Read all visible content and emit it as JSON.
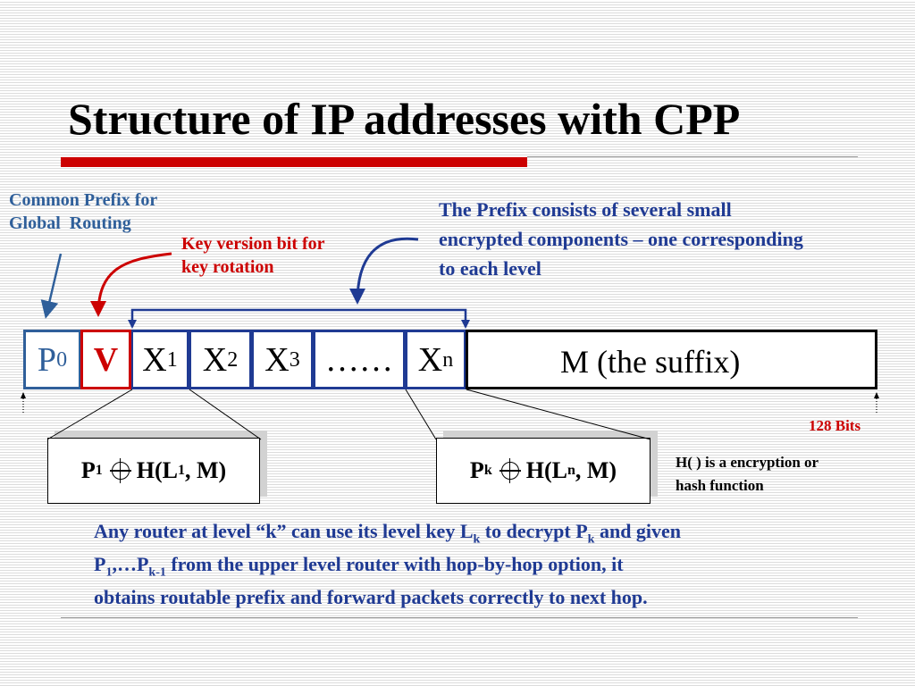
{
  "slide": {
    "title": "Structure of IP addresses with CPP"
  },
  "annotations": {
    "common_prefix_line1": "Common Prefix for",
    "common_prefix_line2": "Global  Routing",
    "key_version_line1": "Key version bit for",
    "key_version_line2": "key rotation",
    "prefix_desc_line1": "The Prefix consists of several small",
    "prefix_desc_line2": "encrypted components – one corresponding",
    "prefix_desc_line3": "to each level",
    "bits_128": "128 Bits",
    "hash_note_line1": "H( ) is a encryption or",
    "hash_note_line2": "hash function"
  },
  "address": {
    "p0": {
      "base": "P",
      "sub": "0"
    },
    "v": "V",
    "x1": {
      "base": "X",
      "sub": "1"
    },
    "x2": {
      "base": "X",
      "sub": "2"
    },
    "x3": {
      "base": "X",
      "sub": "3"
    },
    "dots": "……",
    "xn": {
      "base": "X",
      "sub": "n"
    },
    "suffix": "M (the suffix)"
  },
  "components": {
    "first": {
      "p": "P",
      "p_sub": "1",
      "h_open": "H(L",
      "l_sub": "1",
      "h_close": ", M)"
    },
    "kth": {
      "p": "P",
      "p_sub": "k",
      "h_open": "H(L",
      "l_sub": "n",
      "h_close": ", M)"
    }
  },
  "explanation": {
    "s1": "Any router at level “k” can use its level key L",
    "s1_sub": "k",
    "s2": " to decrypt P",
    "s2_sub": "k",
    "s3": " and given",
    "s4": "P",
    "s4_sub": "1",
    "s5": ",…P",
    "s5_sub": "k-1",
    "s6": " from the upper level router with hop-by-hop option, it",
    "s7": "obtains routable prefix and forward packets correctly to next hop."
  },
  "colors": {
    "title": "#000000",
    "accent_red": "#cc0000",
    "steel_blue": "#2f5f9a",
    "navy": "#1f3a93"
  }
}
